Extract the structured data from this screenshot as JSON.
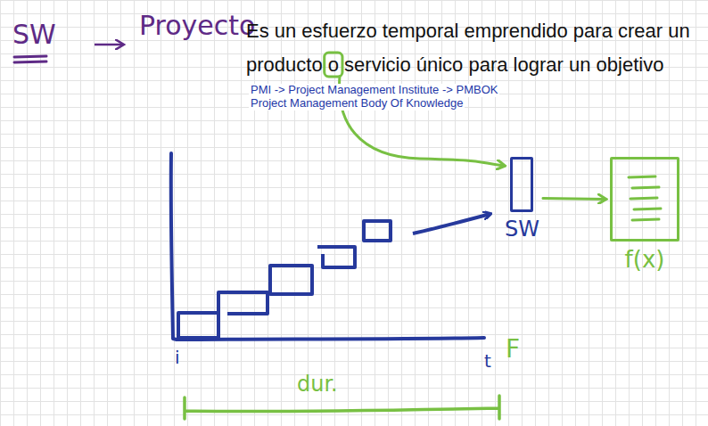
{
  "diagram": {
    "nodes": [
      {
        "text": [
          "SW"
        ]
      },
      {
        "text": [
          "f(x)"
        ]
      }
    ],
    "edges": [
      {
        "from": 0,
        "to": 1,
        "arrow": "to"
      }
    ],
    "labels": [
      "SW",
      "Proyecto",
      "Es un esfuerzo temporal emprendido para crear un producto o servicio único para lograr un objetivo",
      "PMI -> Project Management Institute -> PMBOK",
      "Project Management Body Of Knowledge",
      "i",
      "t",
      "F",
      "dur."
    ]
  }
}
